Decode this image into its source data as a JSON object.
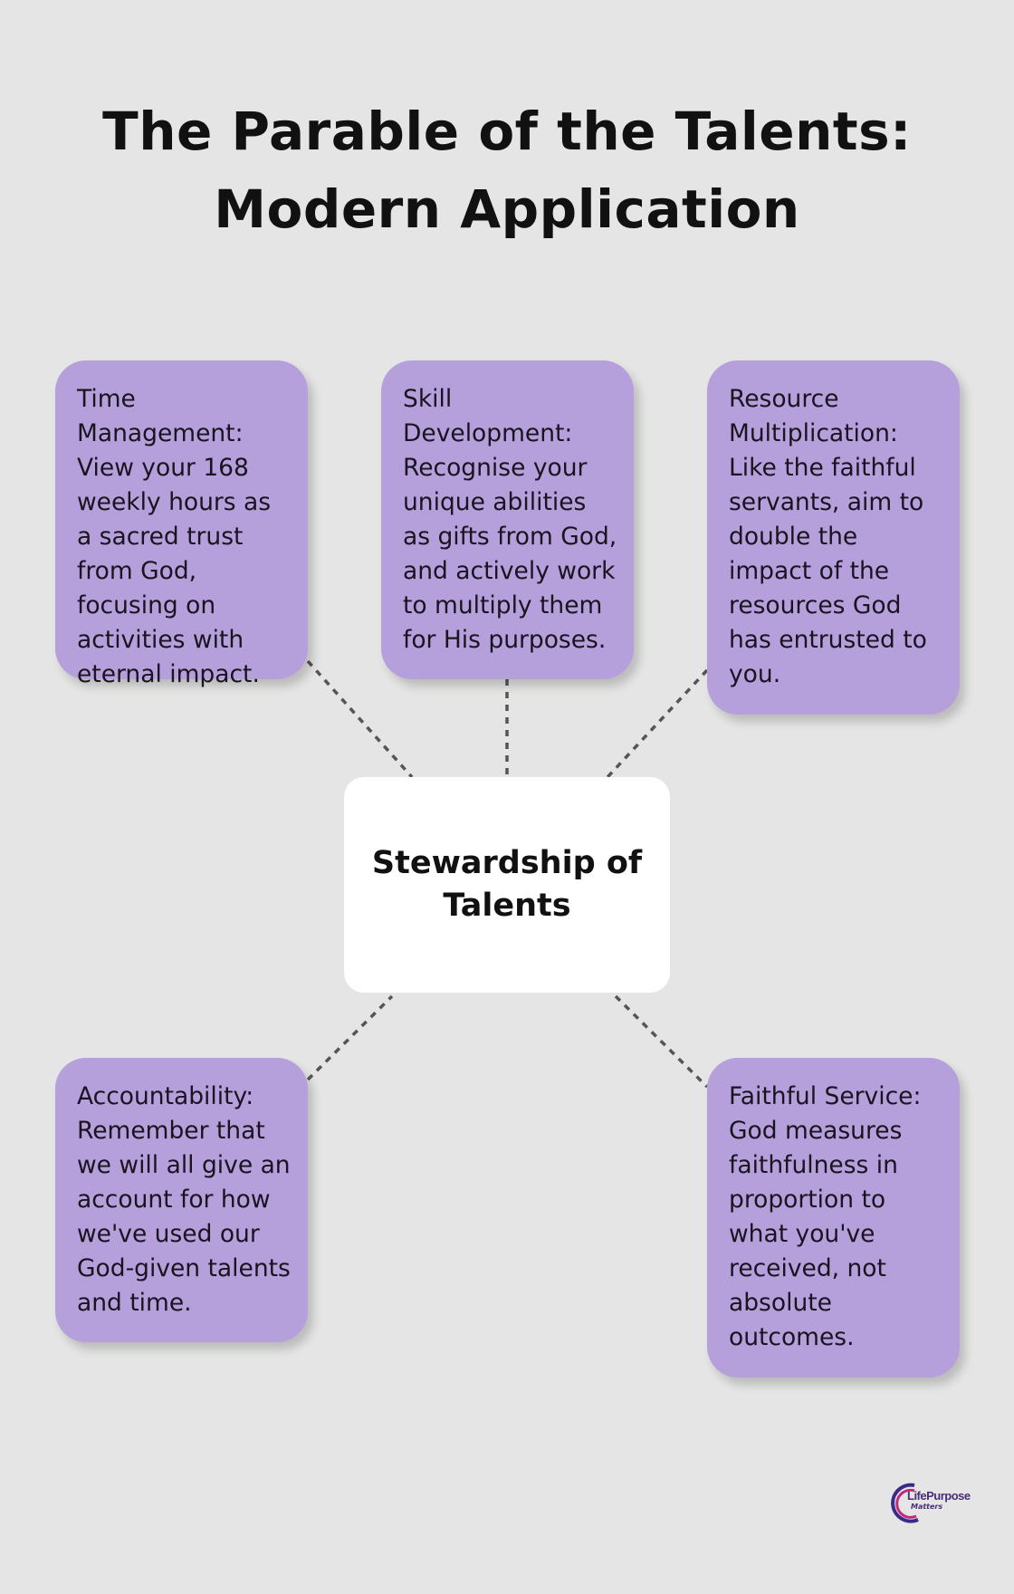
{
  "title": {
    "line1": "The Parable of the Talents:",
    "line2": "Modern Application"
  },
  "center": {
    "label": "Stewardship of Talents"
  },
  "nodes": [
    {
      "text": "Time Management: View your 168 weekly hours as a sacred trust from God, focusing on activities with eternal impact."
    },
    {
      "text": "Skill Development: Recognise your unique abilities as gifts from God, and actively work to multiply them for His purposes."
    },
    {
      "text": "Resource Multiplication: Like the faithful servants, aim to double the impact of the resources God has entrusted to you."
    },
    {
      "text": "Accountability: Remember that we will all give an account for how we've used our God-given talents and time."
    },
    {
      "text": "Faithful Service: God measures faithfulness in proportion to what you've received, not absolute outcomes."
    }
  ],
  "logo": {
    "name": "LifePurpose",
    "sub": "Matters"
  },
  "colors": {
    "background": "#e4e5e4",
    "node": "#b5a0dc",
    "center": "#ffffff",
    "connector": "#555555"
  }
}
